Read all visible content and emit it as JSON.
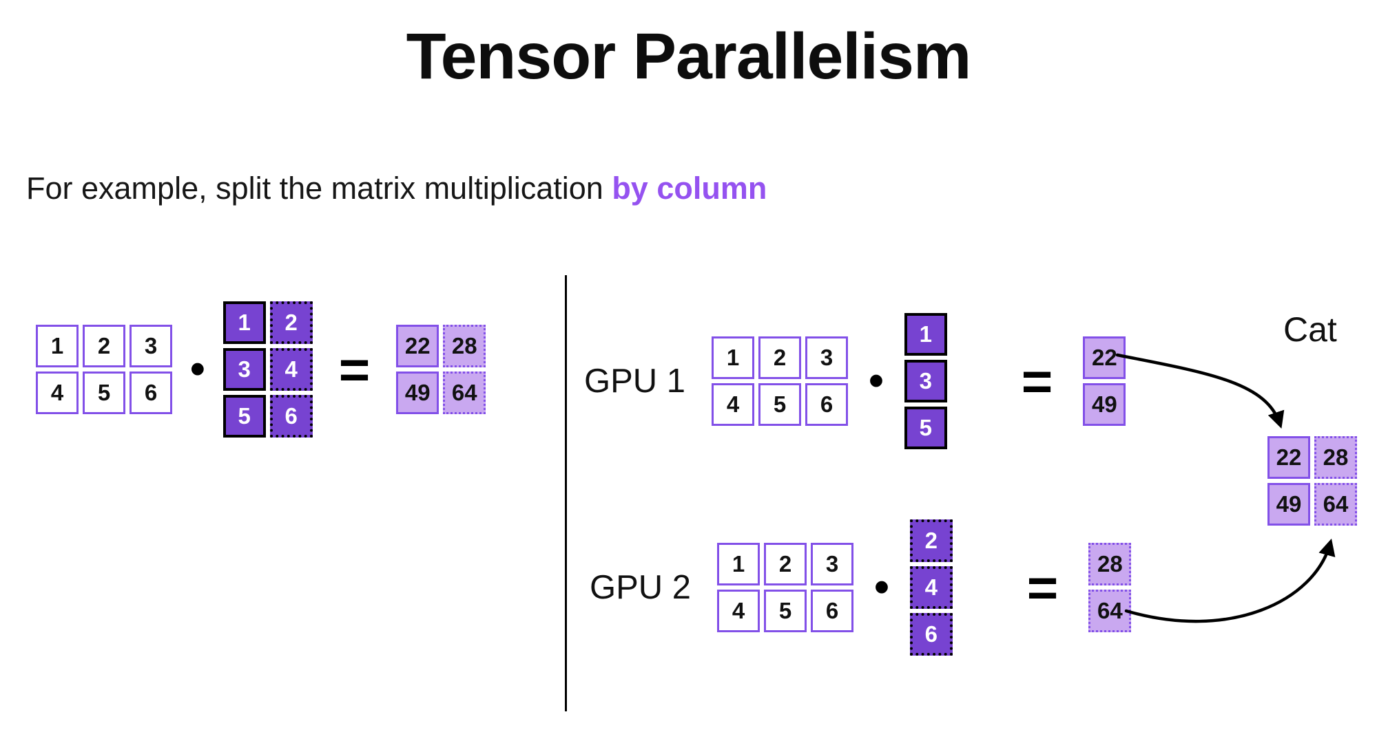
{
  "title": "Tensor Parallelism",
  "subtitle": {
    "text": "For example, split the matrix multiplication ",
    "highlight": "by column"
  },
  "operators": {
    "dot": "•",
    "equals": "="
  },
  "colors": {
    "dark_cell": "#7743D1",
    "light_cell": "#C9A8F0",
    "cell_border": "#8250E8",
    "highlight_text": "#9552F0"
  },
  "left_example": {
    "matrix_a": [
      [
        "1",
        "2",
        "3"
      ],
      [
        "4",
        "5",
        "6"
      ]
    ],
    "matrix_b": [
      [
        "1",
        "2"
      ],
      [
        "3",
        "4"
      ],
      [
        "5",
        "6"
      ]
    ],
    "result": [
      [
        "22",
        "28"
      ],
      [
        "49",
        "64"
      ]
    ]
  },
  "gpu1": {
    "label": "GPU 1",
    "matrix_a": [
      [
        "1",
        "2",
        "3"
      ],
      [
        "4",
        "5",
        "6"
      ]
    ],
    "vector": [
      "1",
      "3",
      "5"
    ],
    "result": [
      "22",
      "49"
    ]
  },
  "gpu2": {
    "label": "GPU 2",
    "matrix_a": [
      [
        "1",
        "2",
        "3"
      ],
      [
        "4",
        "5",
        "6"
      ]
    ],
    "vector": [
      "2",
      "4",
      "6"
    ],
    "result": [
      "28",
      "64"
    ]
  },
  "cat": {
    "label": "Cat",
    "result": [
      [
        "22",
        "28"
      ],
      [
        "49",
        "64"
      ]
    ]
  }
}
